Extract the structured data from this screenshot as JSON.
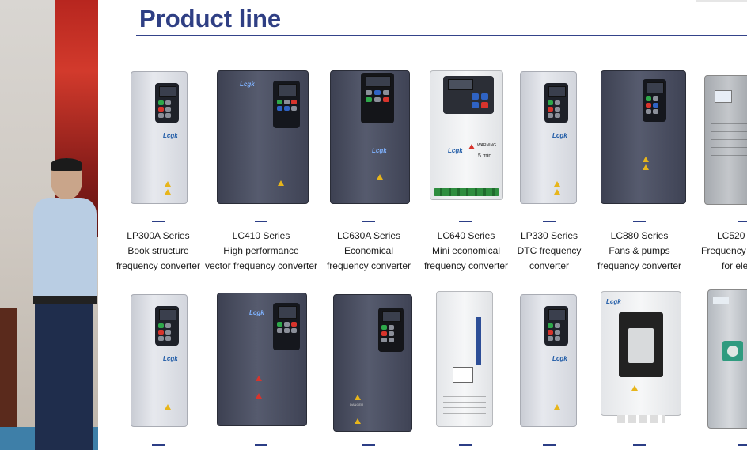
{
  "page": {
    "title": "Product line"
  },
  "products_row1": [
    {
      "line1": "LP300A Series",
      "line2": "Book structure",
      "line3": "frequency converter"
    },
    {
      "line1": "LC410 Series",
      "line2": "High performance",
      "line3": "vector frequency converter"
    },
    {
      "line1": "LC630A Series",
      "line2": "Economical",
      "line3": "frequency converter"
    },
    {
      "line1": "LC640  Series",
      "line2": "Mini economical",
      "line3": "frequency converter"
    },
    {
      "line1": "LP330  Series",
      "line2": "DTC frequency",
      "line3": "converter"
    },
    {
      "line1": "LC880  Series",
      "line2": "Fans & pumps",
      "line3": "frequency converter"
    },
    {
      "line1": "LC520",
      "line2": "Frequency",
      "line3": "for ele"
    }
  ],
  "device_labels": {
    "logo": "Lcgk",
    "warning": "WARNING",
    "five_min": "5 min",
    "danger": "DANGER"
  }
}
